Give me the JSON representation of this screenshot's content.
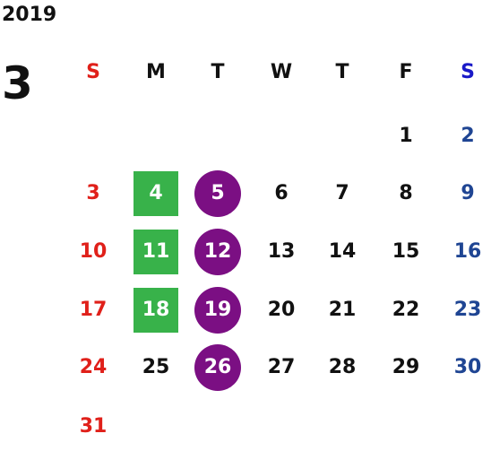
{
  "year": "2019",
  "month": "3",
  "weekdays": [
    "S",
    "M",
    "T",
    "W",
    "T",
    "F",
    "S"
  ],
  "weeks": [
    [
      "",
      "",
      "",
      "",
      "",
      "1",
      "2"
    ],
    [
      "3",
      "4",
      "5",
      "6",
      "7",
      "8",
      "9"
    ],
    [
      "10",
      "11",
      "12",
      "13",
      "14",
      "15",
      "16"
    ],
    [
      "17",
      "18",
      "19",
      "20",
      "21",
      "22",
      "23"
    ],
    [
      "24",
      "25",
      "26",
      "27",
      "28",
      "29",
      "30"
    ],
    [
      "31",
      "",
      "",
      "",
      "",
      "",
      ""
    ]
  ],
  "highlights": {
    "square": [
      "4",
      "11",
      "18"
    ],
    "circle": [
      "5",
      "12",
      "19",
      "26"
    ]
  },
  "colors": {
    "sunday": "#e0201a",
    "saturday_header": "#1a1ac8",
    "saturday": "#1f4593",
    "weekday": "#111111",
    "square_fill": "#38b24a",
    "circle_fill": "#7b0f83"
  }
}
